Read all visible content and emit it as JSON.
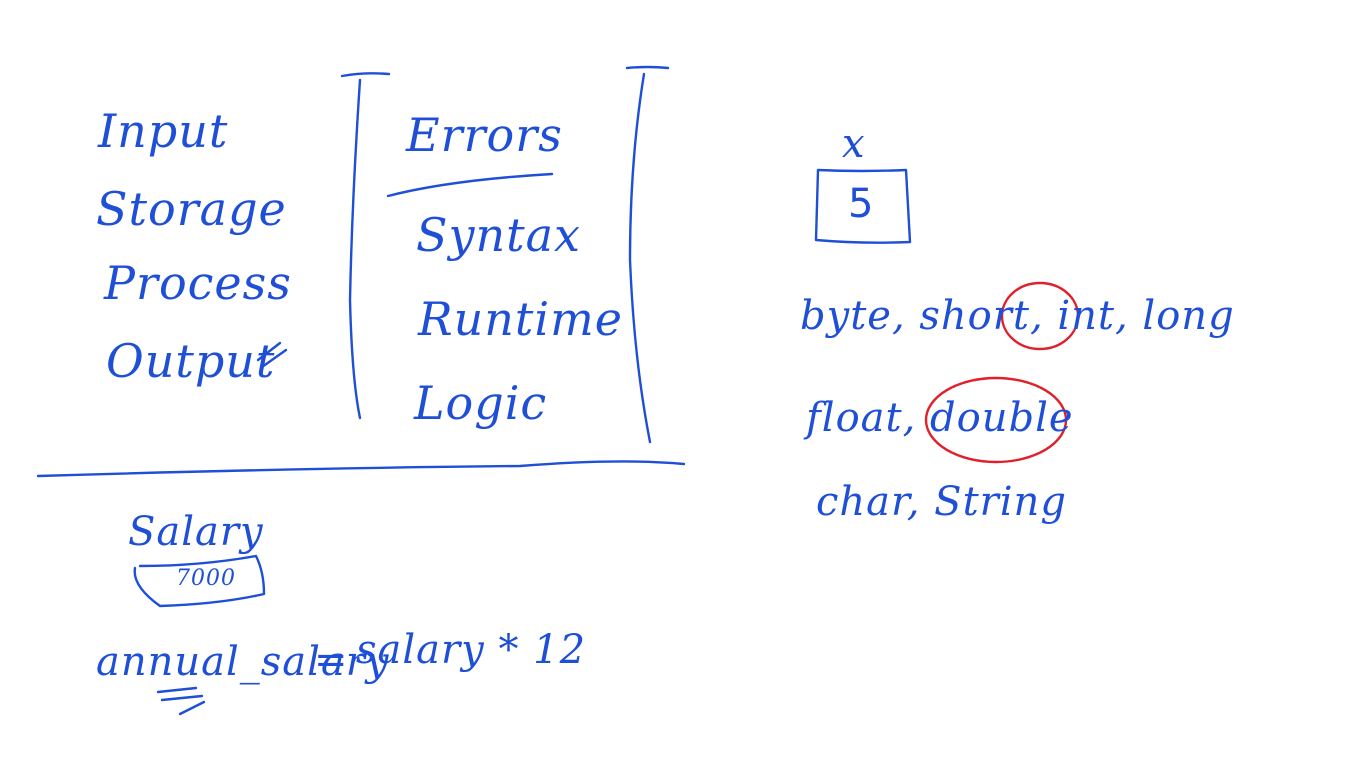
{
  "colors": {
    "ink_blue": "#1e4fd6",
    "ink_red": "#e0202a",
    "background": "#ffffff"
  },
  "left_list": {
    "items": [
      "Input",
      "Storage",
      "Process",
      "Output"
    ],
    "check_mark": "checkmark-scribble"
  },
  "errors_box": {
    "title": "Errors",
    "items": [
      "Syntax",
      "Runtime",
      "Logic"
    ]
  },
  "variable_box": {
    "name": "x",
    "value": "5"
  },
  "data_types": {
    "integer_line": "byte, short, int, long",
    "integer_circled": "int",
    "float_line": "float, double",
    "float_circled": "double",
    "text_line": "char, String"
  },
  "salary_example": {
    "label": "Salary",
    "value": "7000",
    "formula_lhs": "annual_salary",
    "formula_eq": "=",
    "formula_rhs": "salary * 12"
  }
}
